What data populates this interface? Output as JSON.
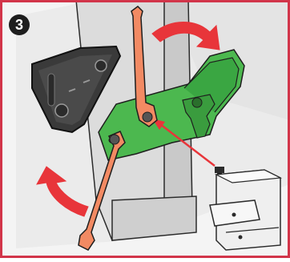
{
  "step": {
    "number": "3"
  },
  "colors": {
    "frame_border": "#d2354a",
    "bracket": "#37a640",
    "wrench": "#f28a63",
    "arrow": "#e8353a",
    "wall": "#dcdcdc",
    "background": "#f2f2f2"
  },
  "icons": [
    "step-3-badge",
    "wall-mount-plate",
    "bracket",
    "wrench-upper",
    "wrench-lower",
    "bolt",
    "parts-drawer",
    "rotate-arrow-up",
    "rotate-arrow-down"
  ]
}
